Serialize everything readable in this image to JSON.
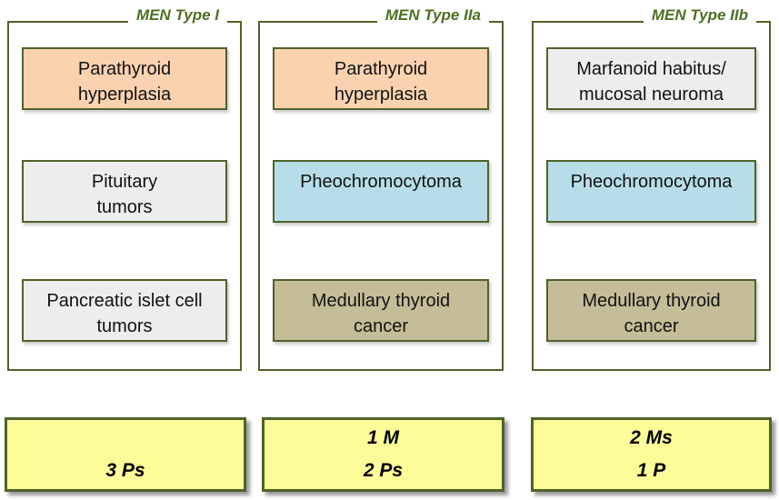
{
  "columns": [
    {
      "title": "MEN Type I",
      "boxes": [
        {
          "name": "parathyroid-hyperplasia",
          "fill": "#FBD2B0",
          "lines": [
            "Parathyroid",
            "hyperplasia"
          ]
        },
        {
          "name": "pituitary-tumors",
          "fill": "#EDEDED",
          "lines": [
            "Pituitary",
            "tumors"
          ]
        },
        {
          "name": "pancreatic-islet-cell-tumors",
          "fill": "#EDEDED",
          "lines": [
            "Pancreatic islet cell",
            "tumors"
          ]
        }
      ],
      "summary": {
        "lines": [
          "3 Ps"
        ]
      }
    },
    {
      "title": "MEN Type IIa",
      "boxes": [
        {
          "name": "parathyroid-hyperplasia",
          "fill": "#FBD2B0",
          "lines": [
            "Parathyroid",
            "hyperplasia"
          ]
        },
        {
          "name": "pheochromocytoma",
          "fill": "#B7DEE8",
          "lines": [
            "Pheochromocytoma"
          ]
        },
        {
          "name": "medullary-thyroid-cancer",
          "fill": "#C4BD97",
          "lines": [
            "Medullary thyroid",
            "cancer"
          ]
        }
      ],
      "summary": {
        "lines": [
          "1 M",
          "2 Ps"
        ]
      }
    },
    {
      "title": "MEN Type IIb",
      "boxes": [
        {
          "name": "marfanoid-habitus-mucosal-neuroma",
          "fill": "#EDEDED",
          "lines": [
            "Marfanoid habitus/",
            "mucosal neuroma"
          ]
        },
        {
          "name": "pheochromocytoma",
          "fill": "#B7DEE8",
          "lines": [
            "Pheochromocytoma"
          ]
        },
        {
          "name": "medullary-thyroid-cancer",
          "fill": "#C4BD97",
          "lines": [
            "Medullary thyroid",
            "cancer"
          ]
        }
      ],
      "summary": {
        "lines": [
          "2 Ms",
          "1 P"
        ]
      }
    }
  ],
  "colors": {
    "border_green": "#4F6228",
    "title_green": "#4E7022",
    "peach": "#FBD2B0",
    "gray": "#EDEDED",
    "blue": "#B7DEE8",
    "tan": "#C4BD97",
    "yellow": "#FCFC99"
  }
}
